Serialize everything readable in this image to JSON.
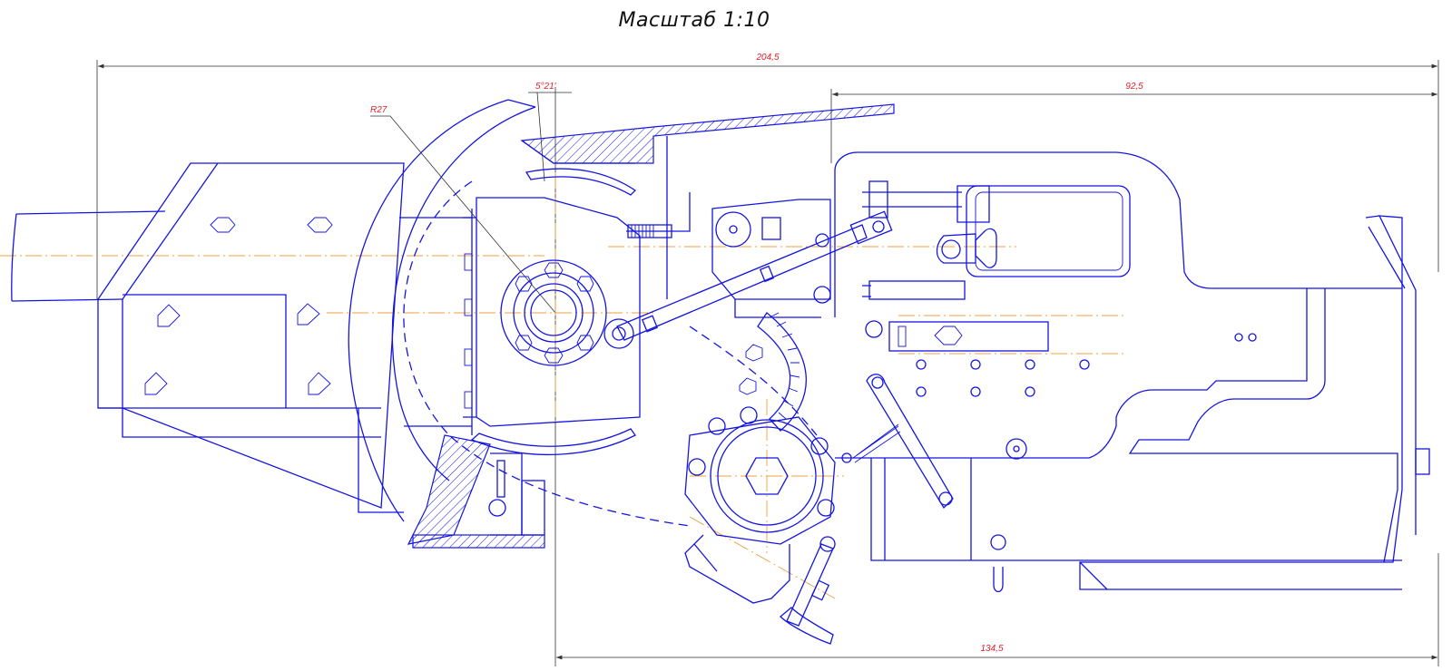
{
  "drawing": {
    "title": "Масштаб 1:10",
    "dimensions": {
      "overall_length": "204,5",
      "rear_length": "92,5",
      "lower_length": "134,5",
      "radius": "R27",
      "angle": "5°21'"
    }
  },
  "colors": {
    "outline": "#1515e0",
    "centerline": "#f0a040",
    "dimension_text": "#e0202a",
    "dimension_line": "#333333"
  }
}
